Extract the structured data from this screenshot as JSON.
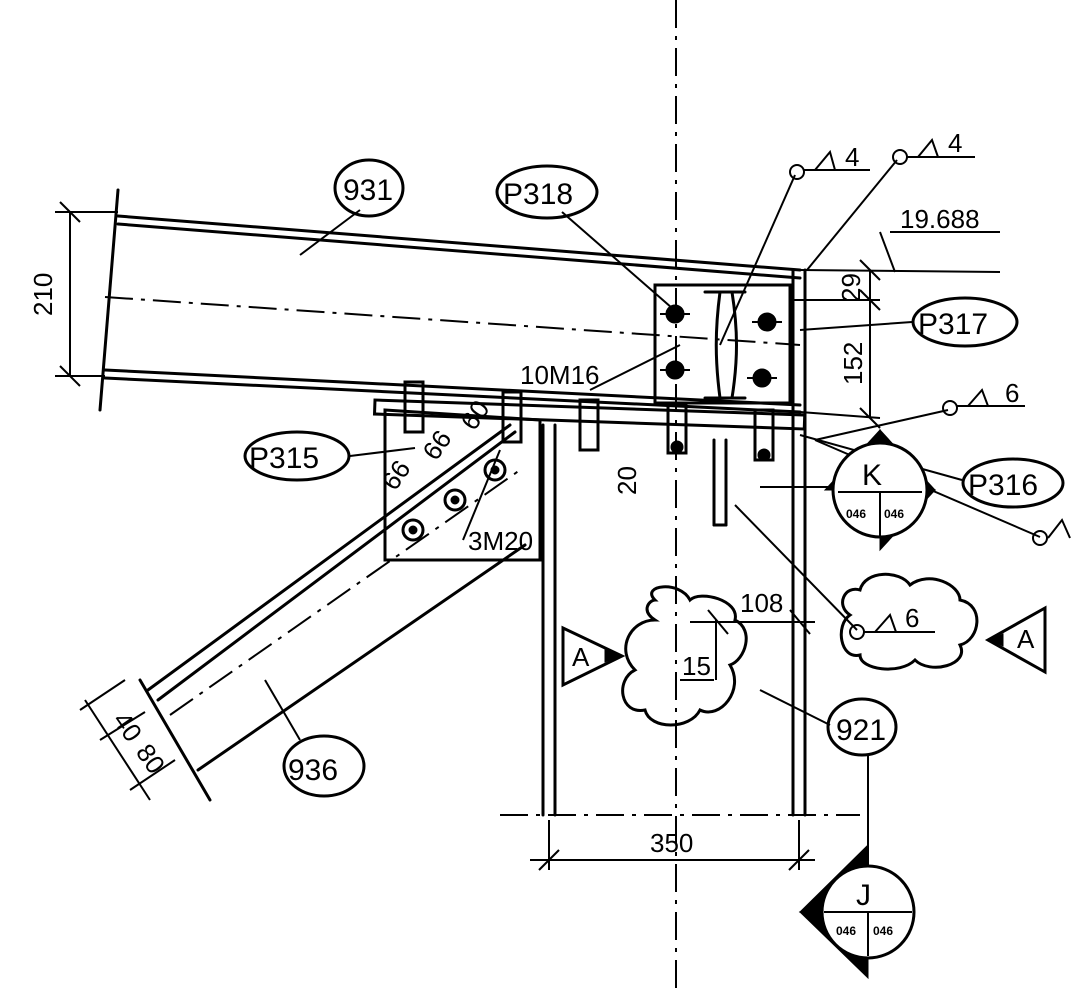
{
  "parts": {
    "beam": "931",
    "brace": "936",
    "column": "921",
    "plate_top": "P318",
    "plate_side": "P317",
    "plate_left": "P315",
    "plate_right": "P316"
  },
  "bolts": {
    "beam_bolts": "10M16",
    "brace_bolts": "3M20"
  },
  "dimensions": {
    "beam_depth": "210",
    "elevation": "19.688",
    "top_offset": "29",
    "plate_height": "152",
    "gap": "20",
    "bolt_pitch_1": "66",
    "bolt_pitch_2": "66",
    "bolt_pitch_3": "60",
    "brace_edge_1": "40",
    "brace_edge_2": "80",
    "stiffener_w": "108",
    "stiffener_t": "15",
    "column_width": "350"
  },
  "welds": {
    "weld_1": "4",
    "weld_2": "4",
    "weld_3": "6",
    "weld_4": "6"
  },
  "sections": {
    "section_a_left": "A",
    "section_a_right": "A"
  },
  "details": {
    "detail_k": {
      "letter": "K",
      "left": "046",
      "right": "046"
    },
    "detail_j": {
      "letter": "J",
      "left": "046",
      "right": "046"
    }
  }
}
